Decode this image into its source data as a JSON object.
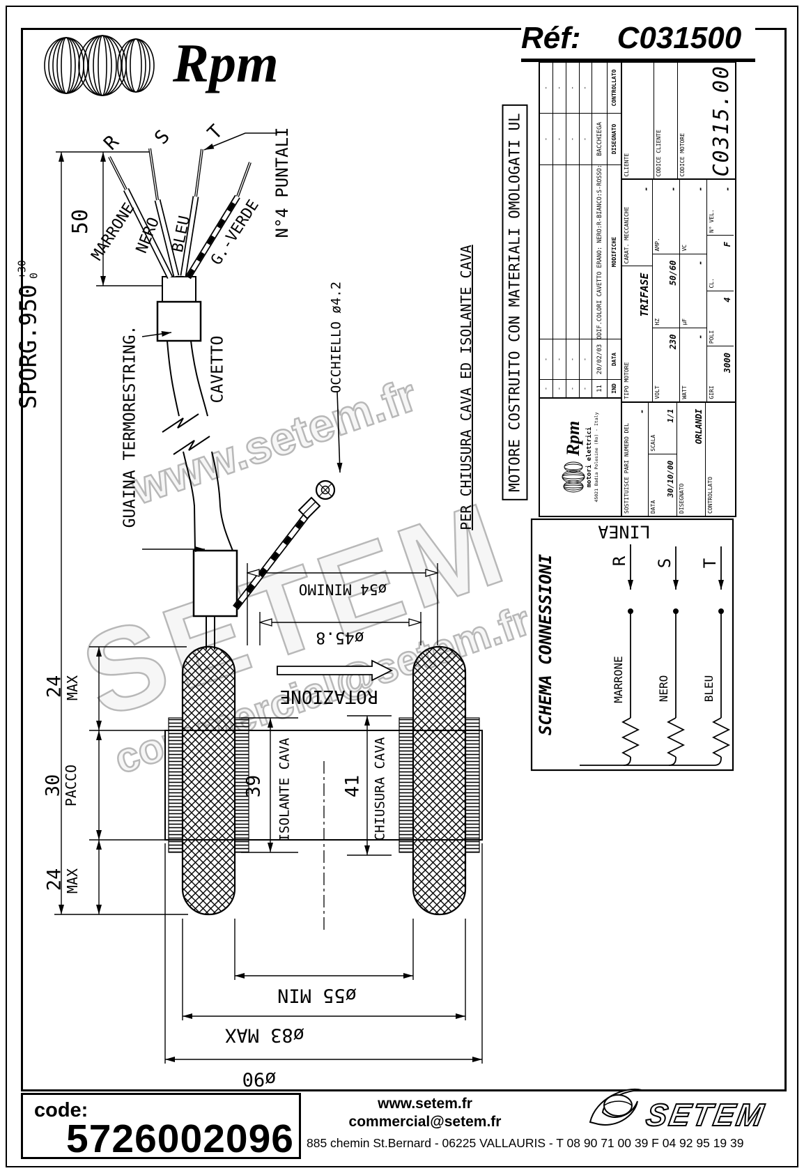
{
  "header": {
    "brand": "Rpm",
    "ref_label": "Réf:",
    "ref_value": "C031500"
  },
  "watermark": {
    "top": "www.setem.fr",
    "middle": "SETEM",
    "bottom": "commercial@setem.fr"
  },
  "drawing": {
    "wire_terminals": {
      "r": "R",
      "s": "S",
      "t": "T",
      "note": "N°4 PUNTALI"
    },
    "wires": {
      "marrone": "MARRONE",
      "nero": "NERO",
      "bleu": "BLEU",
      "gverde": "G.-VERDE"
    },
    "labels": {
      "guaina": "GUAINA TERMORESTRING.",
      "cavetto": "CAVETTO",
      "occhiello": "OCCHIELLO ø4.2",
      "per_chiusura": "PER CHIUSURA CAVA ED ISOLANTE CAVA",
      "motore_ul": "MOTORE COSTRUITO CON MATERIALI OMOLOGATI UL",
      "rotazione": "ROTAZIONE"
    },
    "dimensions": {
      "d50": "50",
      "sporg": "SPORG.950",
      "sporg_tol_plus": "+30",
      "sporg_tol_minus": "0",
      "max_top_val": "24",
      "max_top_lbl": "MAX",
      "pacco_val": "30",
      "pacco_lbl": "PACCO",
      "isolante_val": "39",
      "isolante_lbl": "ISOLANTE CAVA",
      "chiusura_val": "41",
      "chiusura_lbl": "CHIUSURA CAVA",
      "max_bot_val": "24",
      "max_bot_lbl": "MAX",
      "d54": "ø54 MINIMO",
      "d45": "ø45.8",
      "d55": "ø55 MIN",
      "d83": "ø83 MAX",
      "d90": "ø90"
    }
  },
  "title_block": {
    "logo": {
      "brand": "Rpm",
      "sub": "motori elettrici",
      "address": "45021 Badia Polesine (Ro) - Italy"
    },
    "revisions": {
      "header": {
        "ind": "IND",
        "data": "DATA",
        "modifiche": "MODIFICHE",
        "disegnato": "DISEGNATO",
        "controllato": "CONTROLLATO"
      },
      "empty": {
        "ind": "-",
        "data": "-",
        "modifiche": "",
        "disegnato": "-",
        "controllato": "-"
      },
      "rev": {
        "ind": "11",
        "data": "20/02/03",
        "modifiche": "MODIF.COLORI CAVETTO ERANO: NERO:R-BIANCO:S-ROSSO:T",
        "disegnato": "BACCHIEGA",
        "controllato": ""
      }
    },
    "fields": {
      "tipo_motore_lbl": "TIPO MOTORE",
      "tipo_motore_val": "TRIFASE",
      "carat_lbl": "CARAT. MECCANICHE",
      "carat_val": "-",
      "volt_lbl": "VOLT",
      "volt_val": "230",
      "hz_lbl": "HZ",
      "hz_val": "50/60",
      "amp_lbl": "AMP.",
      "amp_val": "-",
      "watt_lbl": "WATT",
      "watt_val": "-",
      "uf_lbl": "µF",
      "uf_val": "-",
      "vc_lbl": "VC",
      "vc_val": "-",
      "giri_lbl": "GIRI",
      "giri_val": "3000",
      "poli_lbl": "POLI",
      "poli_val": "4",
      "cl_lbl": "CL.",
      "cl_val": "F",
      "nvel_lbl": "N° VEL.",
      "nvel_val": "-",
      "sost_lbl": "SOSTITUISCE PARI NUMERO DEL",
      "sost_val": "-",
      "data_lbl": "DATA",
      "data_val": "30/10/00",
      "scala_lbl": "SCALA",
      "scala_val": "1/1",
      "disegnato_lbl": "DISEGNATO",
      "disegnato_val": "ORLANDI",
      "controllato_lbl": "CONTROLLATO",
      "controllato_val": "",
      "cliente_lbl": "CLIENTE",
      "codice_cliente_lbl": "CODICE CLIENTE",
      "codice_motore_lbl": "CODICE MOTORE",
      "codice_motore_val": "C0315.00"
    }
  },
  "schema": {
    "title": "SCHEMA CONNESSIONI",
    "linea": "LINEA",
    "phases": {
      "r": "R",
      "s": "S",
      "t": "T"
    },
    "wires": {
      "marrone": "MARRONE",
      "nero": "NERO",
      "bleu": "BLEU"
    }
  },
  "footer": {
    "code_label": "code:",
    "code_value": "5726002096",
    "website": "www.setem.fr",
    "email": "commercial@setem.fr",
    "address": "885 chemin St.Bernard  -  06225 VALLAURIS  -  T 08 90 71 00 39   F 04 92 95 19 39",
    "brand": "SETEM"
  }
}
